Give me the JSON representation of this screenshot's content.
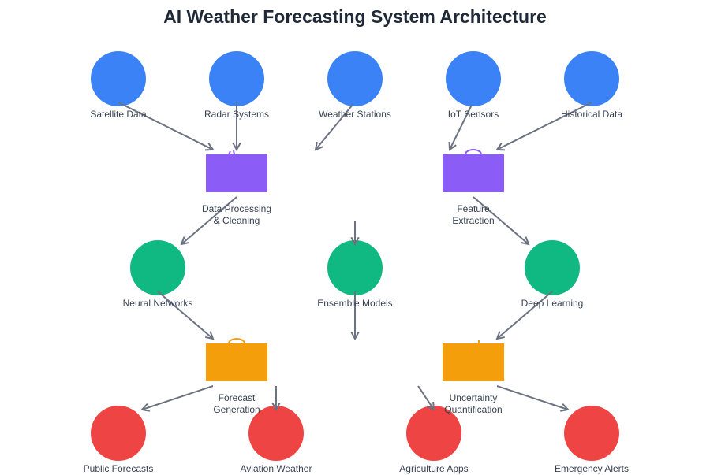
{
  "title": "AI Weather Forecasting System Architecture",
  "colors": {
    "input": "#3b82f6",
    "processing": "#8b5cf6",
    "model": "#10b981",
    "output_stage": "#f59e0b",
    "application": "#ef4444",
    "arrow": "#6b7280",
    "label": "#374151"
  },
  "nodes": {
    "satellite_data": {
      "label": "Satellite Data",
      "shape": "circle",
      "group": "input"
    },
    "radar_systems": {
      "label": "Radar Systems",
      "shape": "circle",
      "group": "input"
    },
    "weather_stations": {
      "label": "Weather Stations",
      "shape": "circle",
      "group": "input"
    },
    "iot_sensors": {
      "label": "IoT Sensors",
      "shape": "circle",
      "group": "input"
    },
    "historical_data": {
      "label": "Historical Data",
      "shape": "circle",
      "group": "input"
    },
    "data_processing": {
      "label": "Data Processing\n& Cleaning",
      "shape": "rect",
      "group": "processing",
      "icon": "gear-icon"
    },
    "feature_extraction": {
      "label": "Feature\nExtraction",
      "shape": "rect",
      "group": "processing",
      "icon": "arc-icon"
    },
    "neural_networks": {
      "label": "Neural Networks",
      "shape": "circle",
      "group": "model"
    },
    "ensemble_models": {
      "label": "Ensemble Models",
      "shape": "circle",
      "group": "model"
    },
    "deep_learning": {
      "label": "Deep Learning",
      "shape": "circle",
      "group": "model"
    },
    "forecast_generation": {
      "label": "Forecast\nGeneration",
      "shape": "rect",
      "group": "output_stage",
      "icon": "arc-icon"
    },
    "uncertainty_quantification": {
      "label": "Uncertainty\nQuantification",
      "shape": "rect",
      "group": "output_stage",
      "icon": "tick-icon"
    },
    "public_forecasts": {
      "label": "Public Forecasts",
      "shape": "circle",
      "group": "application"
    },
    "aviation_weather": {
      "label": "Aviation Weather",
      "shape": "circle",
      "group": "application"
    },
    "agriculture_apps": {
      "label": "Agriculture Apps",
      "shape": "circle",
      "group": "application"
    },
    "emergency_alerts": {
      "label": "Emergency Alerts",
      "shape": "circle",
      "group": "application"
    }
  }
}
